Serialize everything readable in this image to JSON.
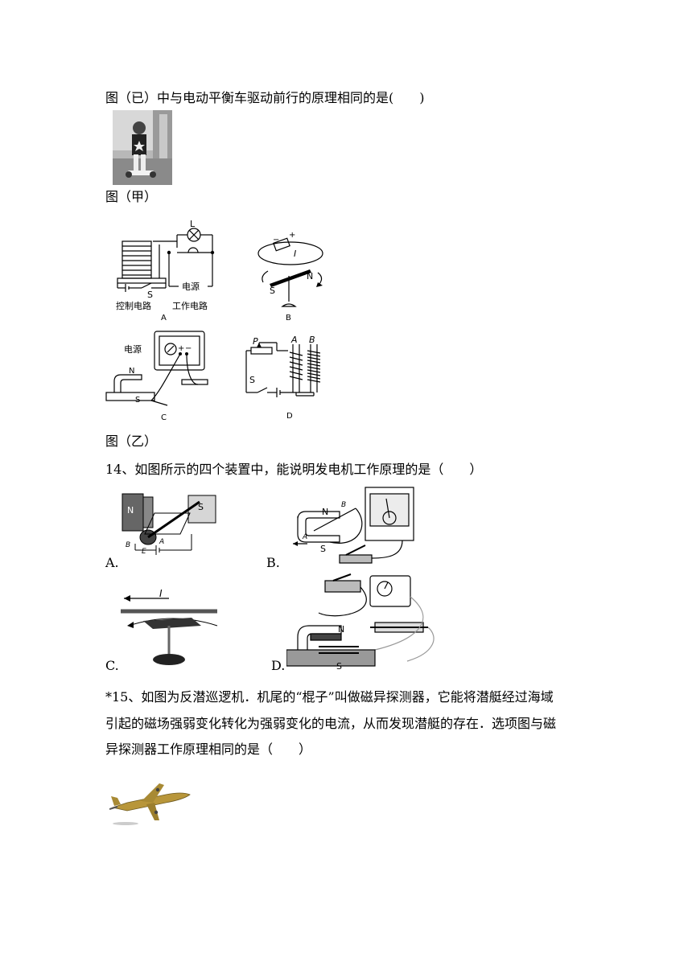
{
  "q13": {
    "question": "图（已）中与电动平衡车驱动前行的原理相同的是(　　)",
    "fig_jia_caption": "图（甲）",
    "fig_yi_caption": "图（乙）",
    "optA": {
      "L": "L",
      "S": "S",
      "source": "电源",
      "control": "控制电路",
      "work": "工作电路",
      "letter": "A"
    },
    "optB": {
      "plus": "+",
      "minus": "−",
      "I": "I",
      "S": "S",
      "N": "N",
      "letter": "B"
    },
    "optC": {
      "source": "电源",
      "plus": "+",
      "minus": "−",
      "N": "N",
      "S": "S",
      "letter": "C"
    },
    "optD": {
      "P": "P",
      "A": "A",
      "B": "B",
      "S": "S",
      "letter": "D"
    }
  },
  "q14": {
    "question": "14、如图所示的四个装置中，能说明发电机工作原理的是（　　）",
    "labelA": "A.",
    "labelB": "B.",
    "labelC": "C.",
    "labelD": "D.",
    "figA": {
      "N": "N",
      "S": "S",
      "B": "B",
      "E": "E",
      "A": "A"
    },
    "figB": {
      "N": "N",
      "S": "S",
      "A": "A",
      "B": "B"
    },
    "figC": {
      "I": "I"
    },
    "figD": {
      "N": "N",
      "S": "S"
    }
  },
  "q15": {
    "line1": "*15、如图为反潜巡逻机．机尾的“棍子”叫做磁异探测器，它能将潜艇经过海域",
    "line2": "引起的磁场强弱变化转化为强弱变化的电流，从而发现潜艇的存在．选项图与磁",
    "line3": "异探测器工作原理相同的是（　　）"
  }
}
